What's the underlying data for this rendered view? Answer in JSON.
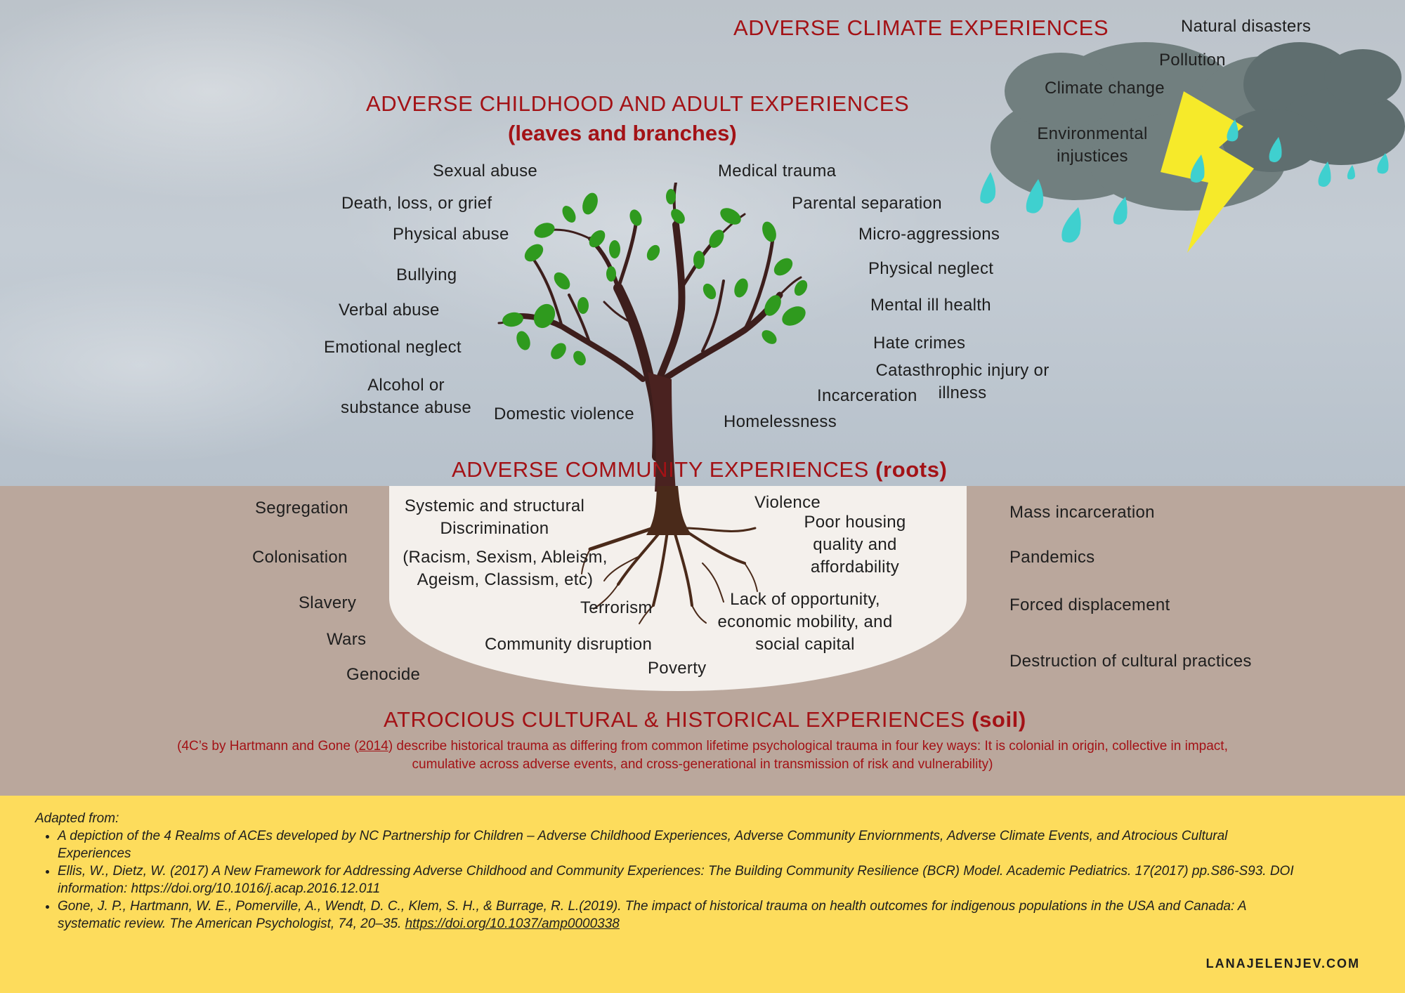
{
  "climate": {
    "heading": "ADVERSE CLIMATE EXPERIENCES",
    "items": [
      "Natural disasters",
      "Pollution",
      "Climate change",
      "Environmental injustices"
    ]
  },
  "childhood": {
    "heading": "ADVERSE CHILDHOOD AND ADULT EXPERIENCES",
    "subheading": "(leaves and branches)",
    "items": [
      "Sexual abuse",
      "Death, loss, or grief",
      "Physical abuse",
      "Bullying",
      "Verbal abuse",
      "Emotional neglect",
      "Alcohol or substance abuse",
      "Domestic violence",
      "Medical trauma",
      "Parental separation",
      "Micro-aggressions",
      "Physical neglect",
      "Mental ill health",
      "Hate crimes",
      "Catasthrophic injury or illness",
      "Incarceration",
      "Homelessness"
    ]
  },
  "community": {
    "heading": "ADVERSE COMMUNITY EXPERIENCES",
    "heading_bold": "(roots)",
    "items": [
      "Systemic and structural Discrimination",
      "(Racism, Sexism, Ableism, Ageism, Classism, etc)",
      "Violence",
      "Poor housing quality and affordability",
      "Terrorism",
      "Lack of opportunity, economic mobility, and social capital",
      "Community disruption",
      "Poverty"
    ]
  },
  "historical": {
    "heading": "ATROCIOUS CULTURAL & HISTORICAL EXPERIENCES",
    "heading_bold": "(soil)",
    "items": [
      "Segregation",
      "Colonisation",
      "Slavery",
      "Wars",
      "Genocide",
      "Mass incarceration",
      "Pandemics",
      "Forced displacement",
      "Destruction of cultural practices"
    ],
    "note_before": "(4C’s by  Hartmann and Gone (",
    "note_link": "2014",
    "note_after": ") describe historical trauma as differing from common lifetime psychological trauma in four key ways: It is colonial in origin, collective in impact, cumulative across adverse events, and cross-generational in transmission of risk and vulnerability)"
  },
  "references": {
    "title": "Adapted from:",
    "items": [
      "A depiction of the 4 Realms of ACEs developed by NC Partnership for Children – Adverse Childhood Experiences, Adverse Community Enviornments, Adverse Climate Events, and Atrocious Cultural Experiences",
      "Ellis, W., Dietz, W. (2017) A New Framework for Addressing Adverse Childhood and Community Experiences: The Building Community Resilience (BCR) Model. Academic Pediatrics. 17(2017) pp.S86-S93. DOI information: https://doi.org/10.1016/j.acap.2016.12.011"
    ],
    "item3_text": "Gone, J. P., Hartmann, W. E., Pomerville, A., Wendt, D. C., Klem, S. H., & Burrage, R. L.(2019). The impact of historical trauma on health outcomes for indigenous populations in the USA and Canada: A systematic review. The American Psychologist,  74,  20–35. ",
    "item3_link": "https://doi.org/10.1037/amp0000338"
  },
  "brand": "LANAJELENJEV.COM",
  "colors": {
    "heading_red": "#a31216",
    "soil": "#baa79c",
    "footer": "#fddc5c",
    "leaf_green": "#2f9a1e",
    "rain": "#3fd0cf",
    "lightning": "#f6ea2a"
  }
}
